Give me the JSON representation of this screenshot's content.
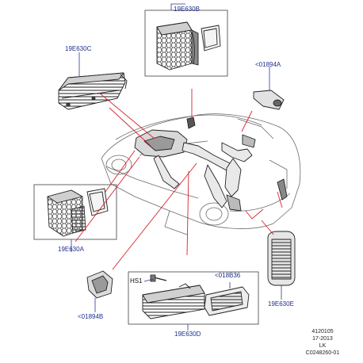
{
  "callouts": {
    "c19E630B": "19E630B",
    "c19E630C": "19E630C",
    "c01894A": "<01894A",
    "c19E630A": "19E630A",
    "cHS1": "HS1",
    "c018B36": "<018B36",
    "c01894B": "<01894B",
    "c19E630D": "19E630D",
    "c19E630E": "19E630E"
  },
  "footer": {
    "id": "4120105",
    "date": "17-2013",
    "region": "LK",
    "code": "C0248260-01"
  },
  "colors": {
    "leader_red": "#d8242b",
    "leader_blue": "#2b3a8f",
    "callout_text": "#1f2f8c",
    "linework": "#6a6a6a",
    "frame": "#555555"
  }
}
